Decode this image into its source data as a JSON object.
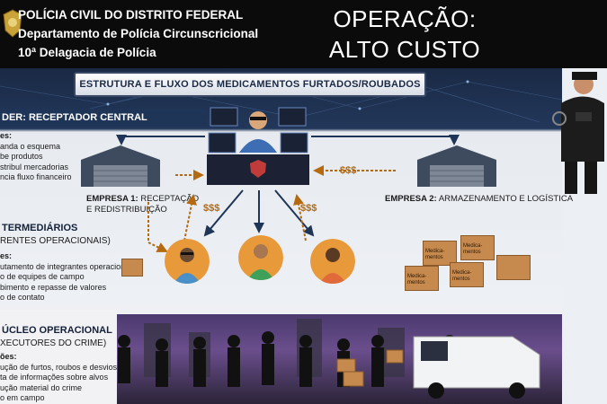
{
  "header": {
    "line1": "POLÍCIA CIVIL DO DISTRITO FEDERAL",
    "line2": "Departamento de Polícia Circunscricional",
    "line3": "10ª Delagacia de Polícia",
    "op_line1": "OPERAÇÃO:",
    "op_line2": "ALTO CUSTO"
  },
  "banner": "ESTRUTURA E FLUXO DOS MEDICAMENTOS FURTADOS/ROUBADOS",
  "leader": {
    "title": "DER: RECEPTADOR CENTRAL",
    "subtitle": "es:",
    "items": [
      "anda o esquema",
      "be produtos",
      "stribul mercadorias",
      "ncia fluxo financeiro"
    ]
  },
  "empresa1": {
    "bold": "EMPRESA 1:",
    "text": " RECEPTAÇÃO",
    "line2": "E REDISTRIBUIÇÃO"
  },
  "empresa2": {
    "bold": "EMPRESA 2:",
    "text": " ARMAZENAMENTO E LOGÍSTICA"
  },
  "money": "$$$",
  "intermediarios": {
    "title": "TERMEDIÁRIOS",
    "subtitle": "RENTES OPERACIONAIS)",
    "heading": "es:",
    "items": [
      "utamento de integrantes operacionais",
      "o de equipes de campo",
      "bimento e repasse de valores",
      "o de contato"
    ]
  },
  "nucleo": {
    "title": "ÚCLEO OPERACIONAL",
    "subtitle": "XECUTORES DO CRIME)",
    "heading": "ões:",
    "items": [
      "ução de furtos, roubos e desvios",
      "ta de informações sobre alvos",
      "ução material do crime",
      "o em campo"
    ]
  },
  "boxes": [
    "Medica-mentos",
    "Medica-mentos",
    "Medica-mentos",
    "Medica-mentos"
  ],
  "colors": {
    "header_bg": "#0b0b0b",
    "section_bg": "#1f3558",
    "money": "#b56a10"
  }
}
